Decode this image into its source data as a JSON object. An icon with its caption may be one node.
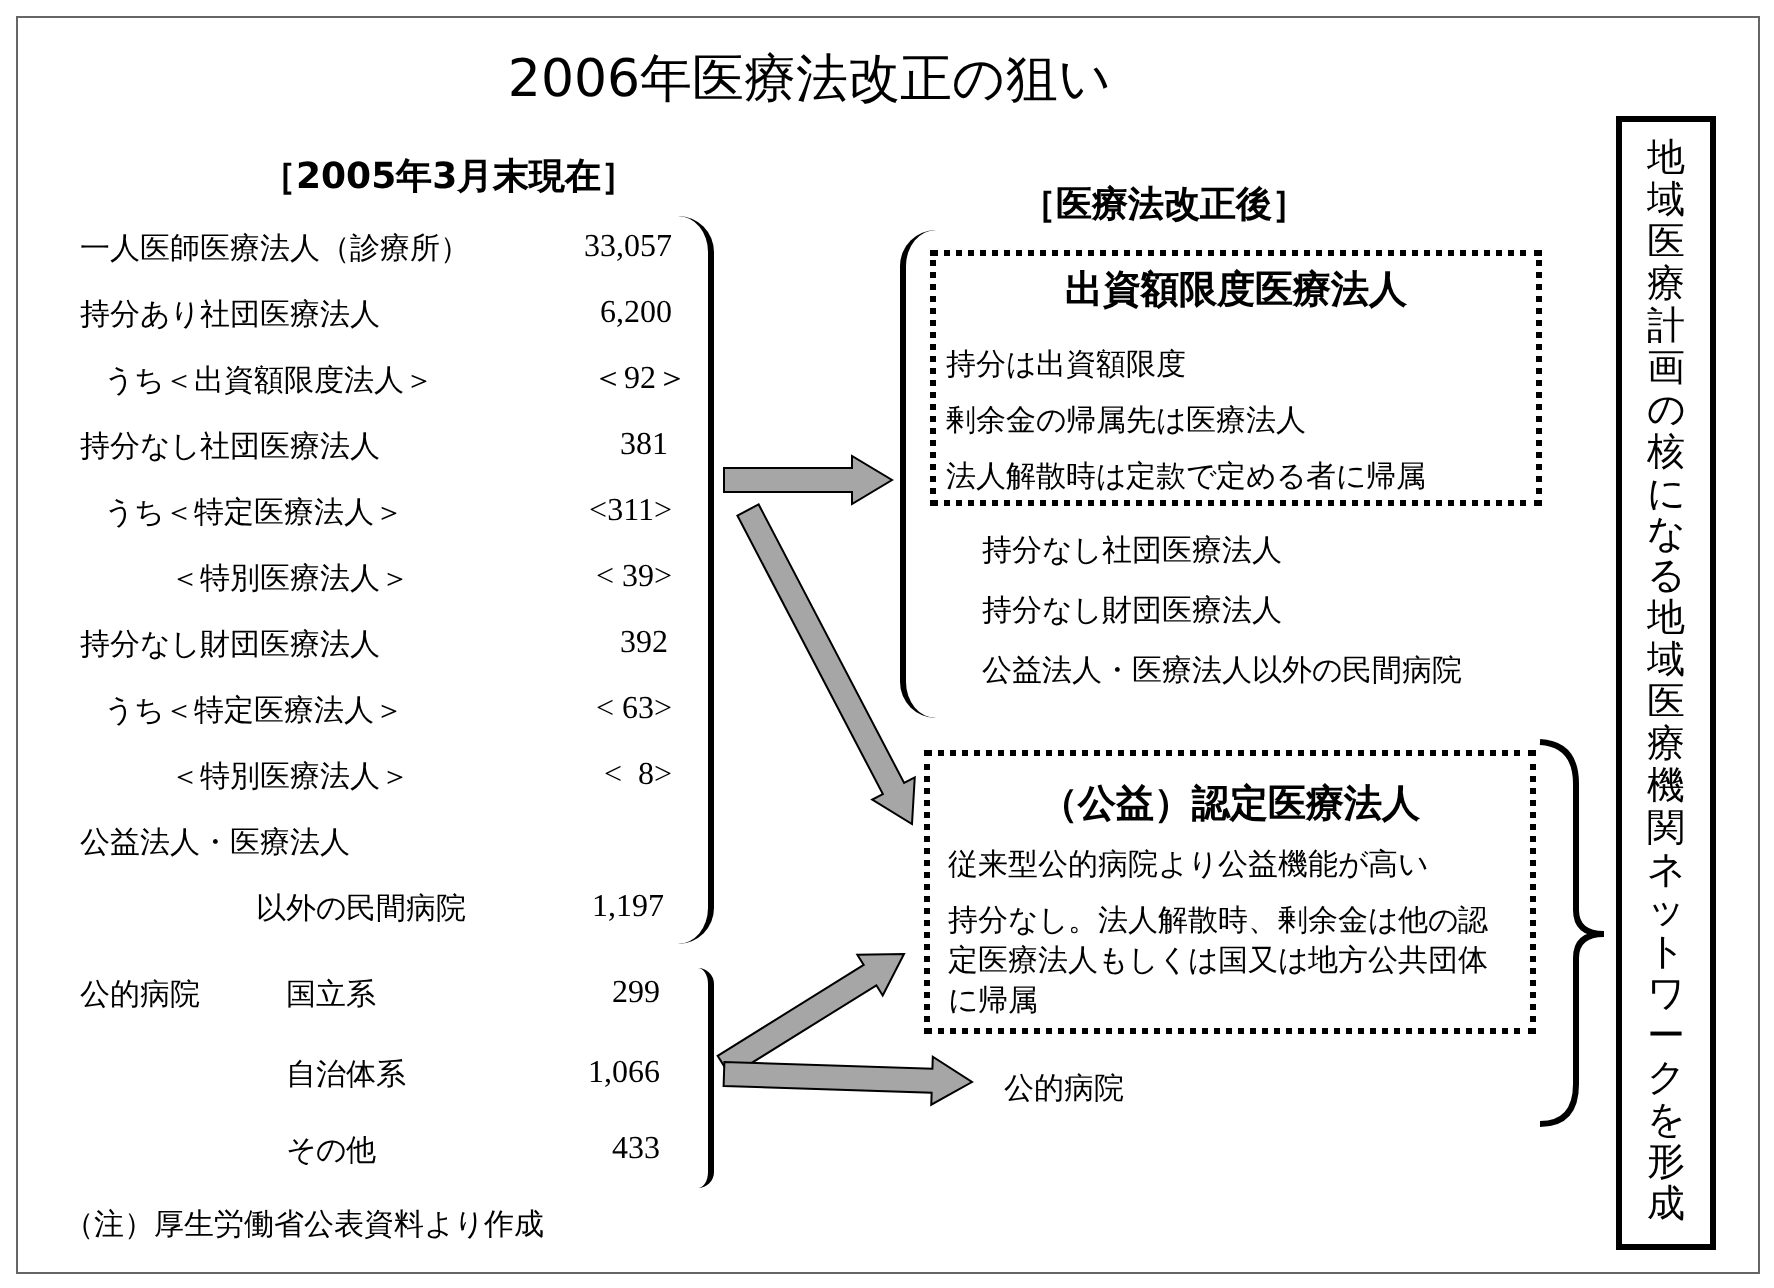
{
  "diagram": {
    "title": "2006年医療法改正の狙い",
    "nodes": [
      {
        "text": [
          "一人医師医療法人（診療所）",
          "33,057",
          "持分あり社団医療法人",
          "6,200",
          "うち＜出資額限度法人＞",
          "＜92＞",
          "持分なし社団医療法人",
          "381",
          "うち＜特定医療法人＞",
          "<311>",
          "＜特別医療法人＞",
          "< 39>",
          "持分なし財団医療法人",
          "392",
          "うち＜特定医療法人＞",
          "< 63>",
          "＜特別医療法人＞",
          "<  8>",
          "公益法人・医療法人",
          "以外の民間病院",
          "1,197"
        ]
      },
      {
        "text": [
          "公的病院",
          "国立系",
          "299",
          "自治体系",
          "1,066",
          "その他",
          "433"
        ]
      },
      {
        "text": [
          "持分なし社団医療法人",
          "持分なし財団医療法人",
          "公益法人・医療法人以外の民間病院"
        ]
      },
      {
        "text": [
          "出資額限度医療法人",
          "持分は出資額限度",
          "剰余金の帰属先は医療法人",
          "法人解散時は定款で定める者に帰属"
        ],
        "in": 2
      },
      {
        "text": [
          "（公益）認定医療法人",
          "従来型公的病院より公益機能が高い",
          "持分なし。法人解散時、剰余金は他の認定医療法人もしくは国又は地方公共団体に帰属"
        ]
      },
      {
        "text": [
          "公的病院"
        ]
      },
      {
        "text": [
          "地域医療計画の核になる地域医療機関ネットワークを形成"
        ]
      }
    ],
    "edges": [
      {
        "from": 0,
        "to": 2,
        "arrow": "to",
        "style": "thick"
      },
      {
        "from": 0,
        "to": 4,
        "arrow": "to",
        "style": "thick"
      },
      {
        "from": 1,
        "to": 4,
        "arrow": "to",
        "style": "thick"
      },
      {
        "from": 1,
        "to": 5,
        "arrow": "to",
        "style": "thick"
      }
    ],
    "labels": [
      "［2005年3月末現在］",
      "［医療法改正後］",
      "（注）厚生労働省公表資料より作成"
    ]
  }
}
